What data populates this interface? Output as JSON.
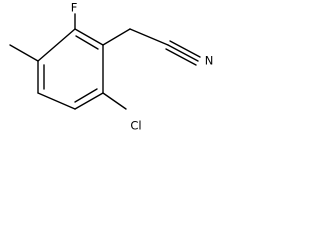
{
  "structure": {
    "atoms": {
      "fluorine": "F",
      "chlorine": "Cl",
      "nitrogen": "N"
    }
  }
}
